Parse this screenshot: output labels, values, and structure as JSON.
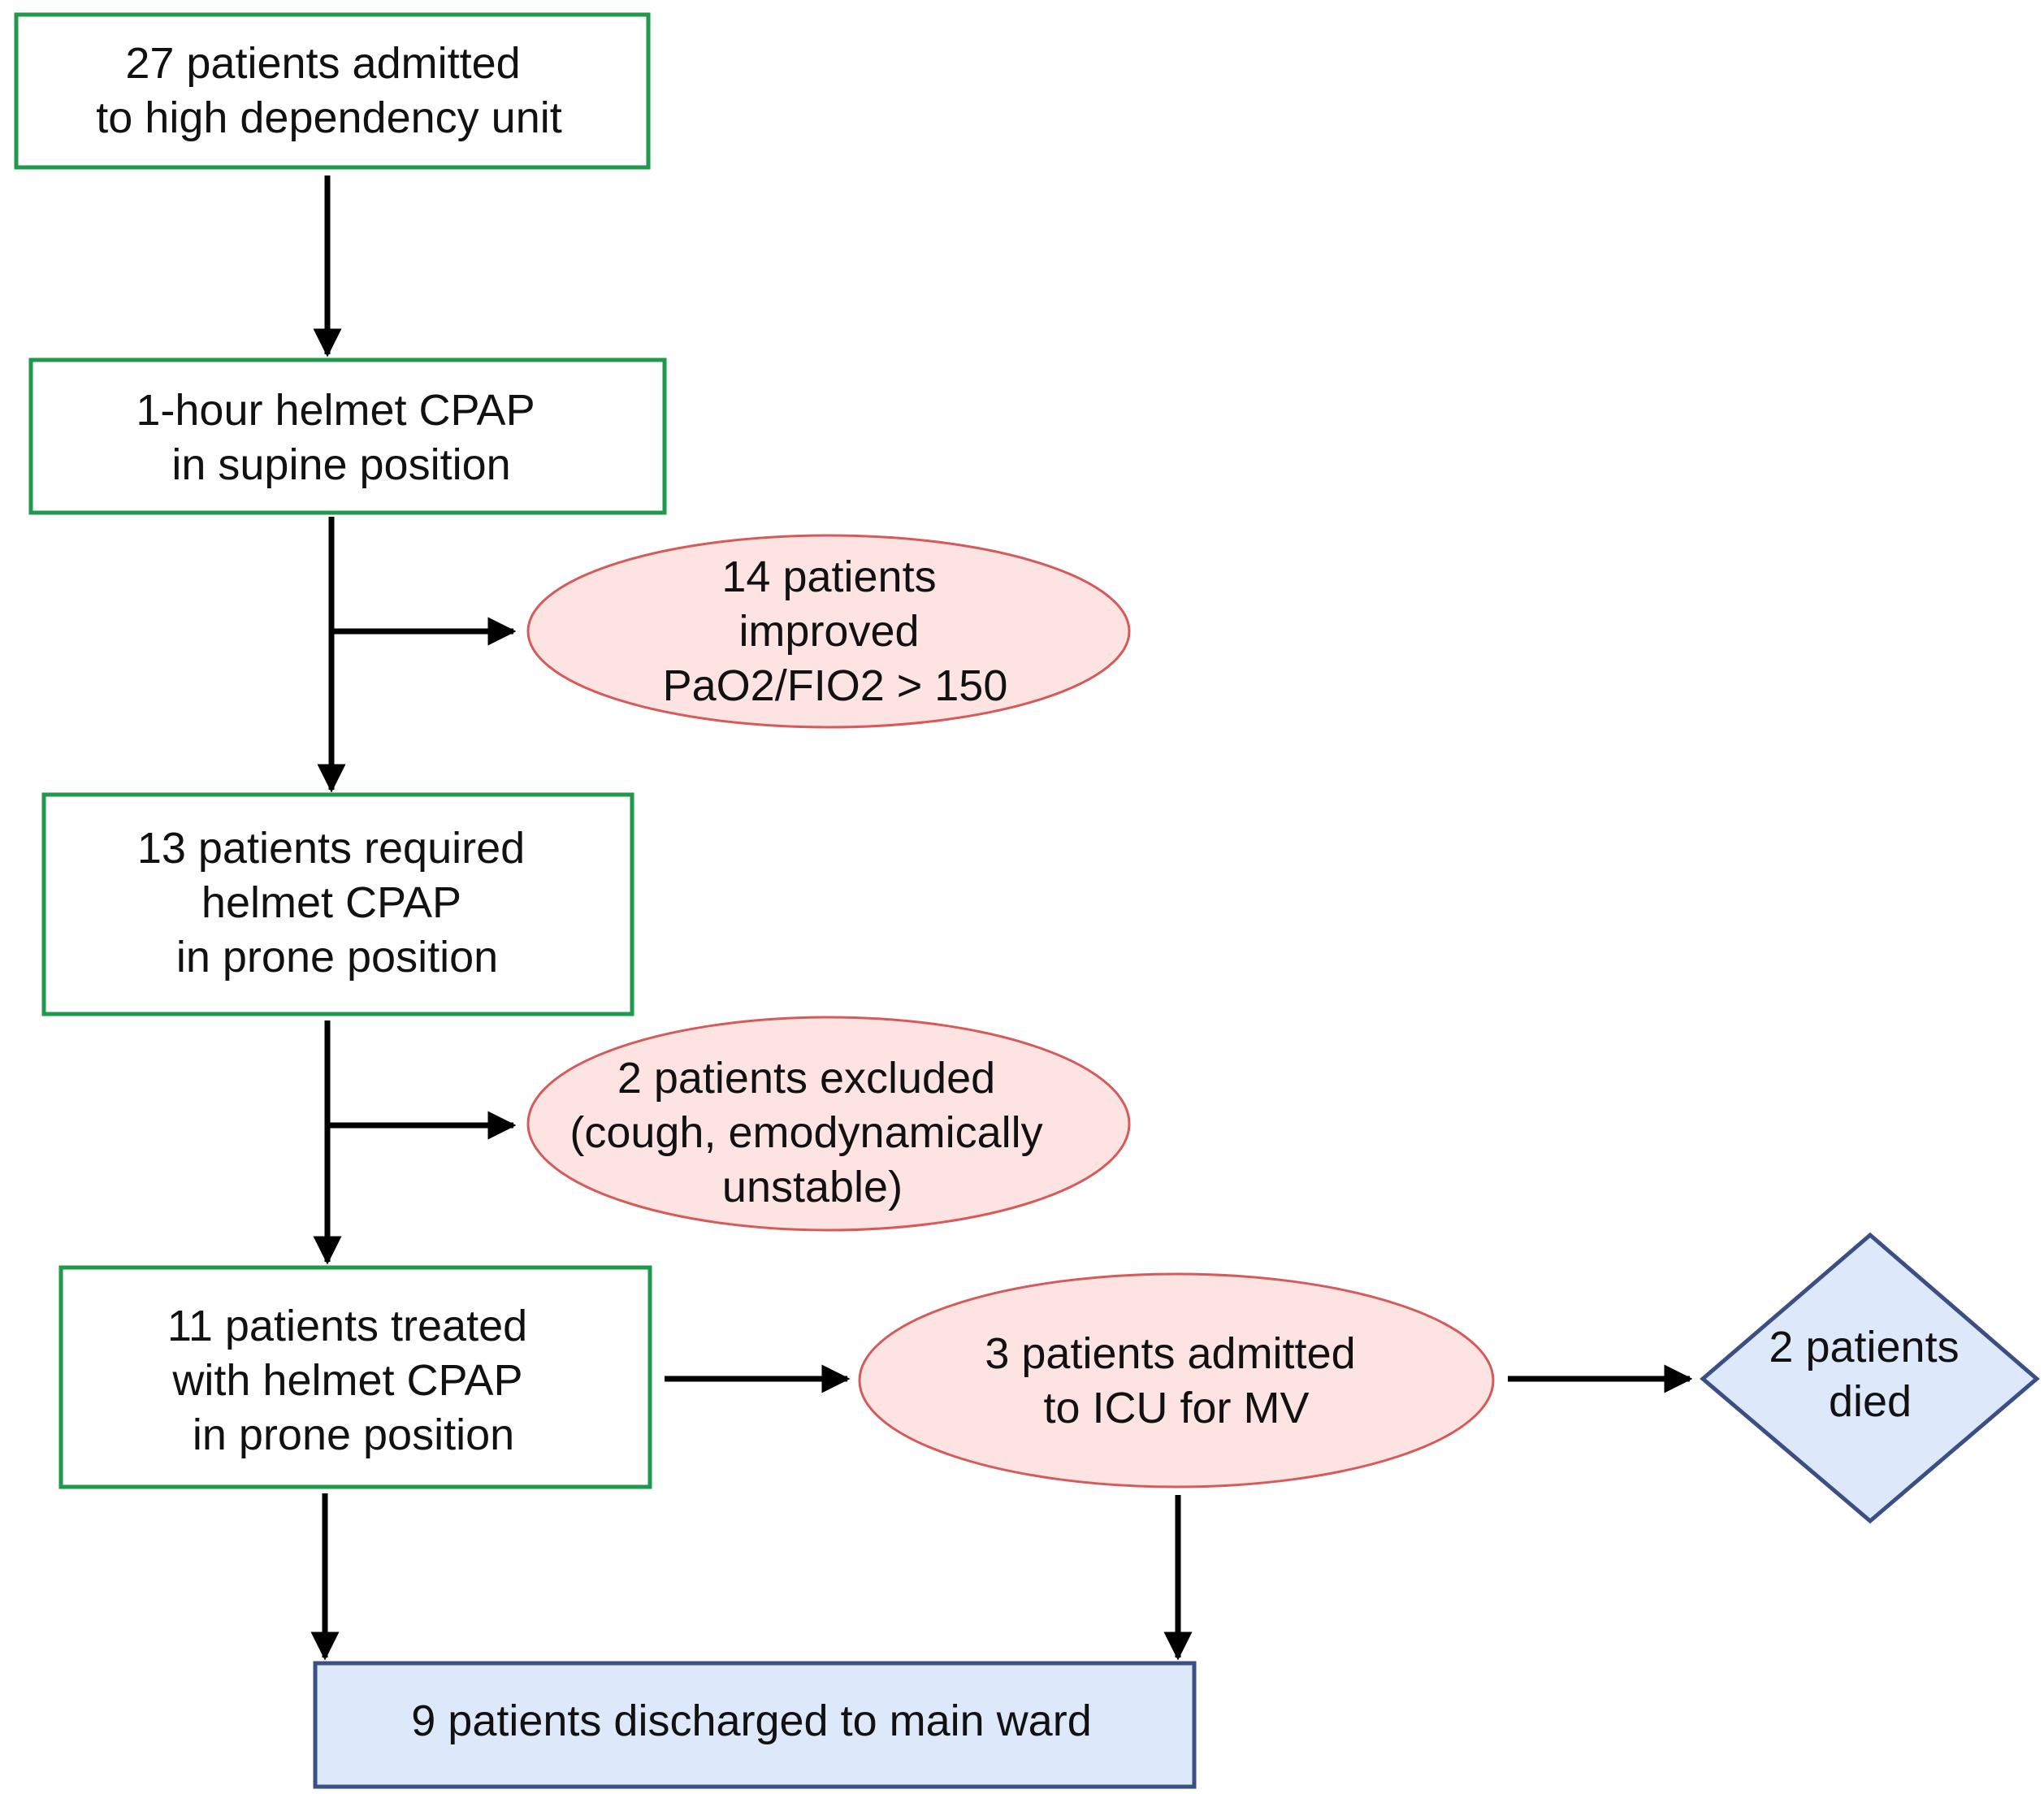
{
  "nodes": {
    "admitted": {
      "lines": [
        "27 patients admitted",
        "to high dependency unit"
      ]
    },
    "supine": {
      "lines": [
        "1-hour helmet CPAP",
        "in supine position"
      ]
    },
    "improved": {
      "lines": [
        "14 patients",
        "improved",
        "PaO2/FIO2 > 150"
      ]
    },
    "required_prone": {
      "lines": [
        "13 patients required",
        "helmet CPAP",
        "in prone position"
      ]
    },
    "excluded": {
      "lines": [
        "2 patients excluded",
        "(cough, emodynamically",
        "unstable)"
      ]
    },
    "treated_prone": {
      "lines": [
        "11 patients treated",
        "with helmet CPAP",
        "in prone position"
      ]
    },
    "icu": {
      "lines": [
        "3 patients admitted",
        "to ICU for MV"
      ]
    },
    "died": {
      "lines": [
        "2 patients",
        "died"
      ]
    },
    "discharged": {
      "lines": [
        "9 patients discharged to main ward"
      ]
    }
  },
  "colors": {
    "box_border": "#1f9a4c",
    "ellipse_fill": "#fde4e3",
    "ellipse_border": "#d75a5a",
    "blue_fill": "#dde9fb",
    "blue_border": "#3b4f84",
    "arrow": "#000000"
  }
}
